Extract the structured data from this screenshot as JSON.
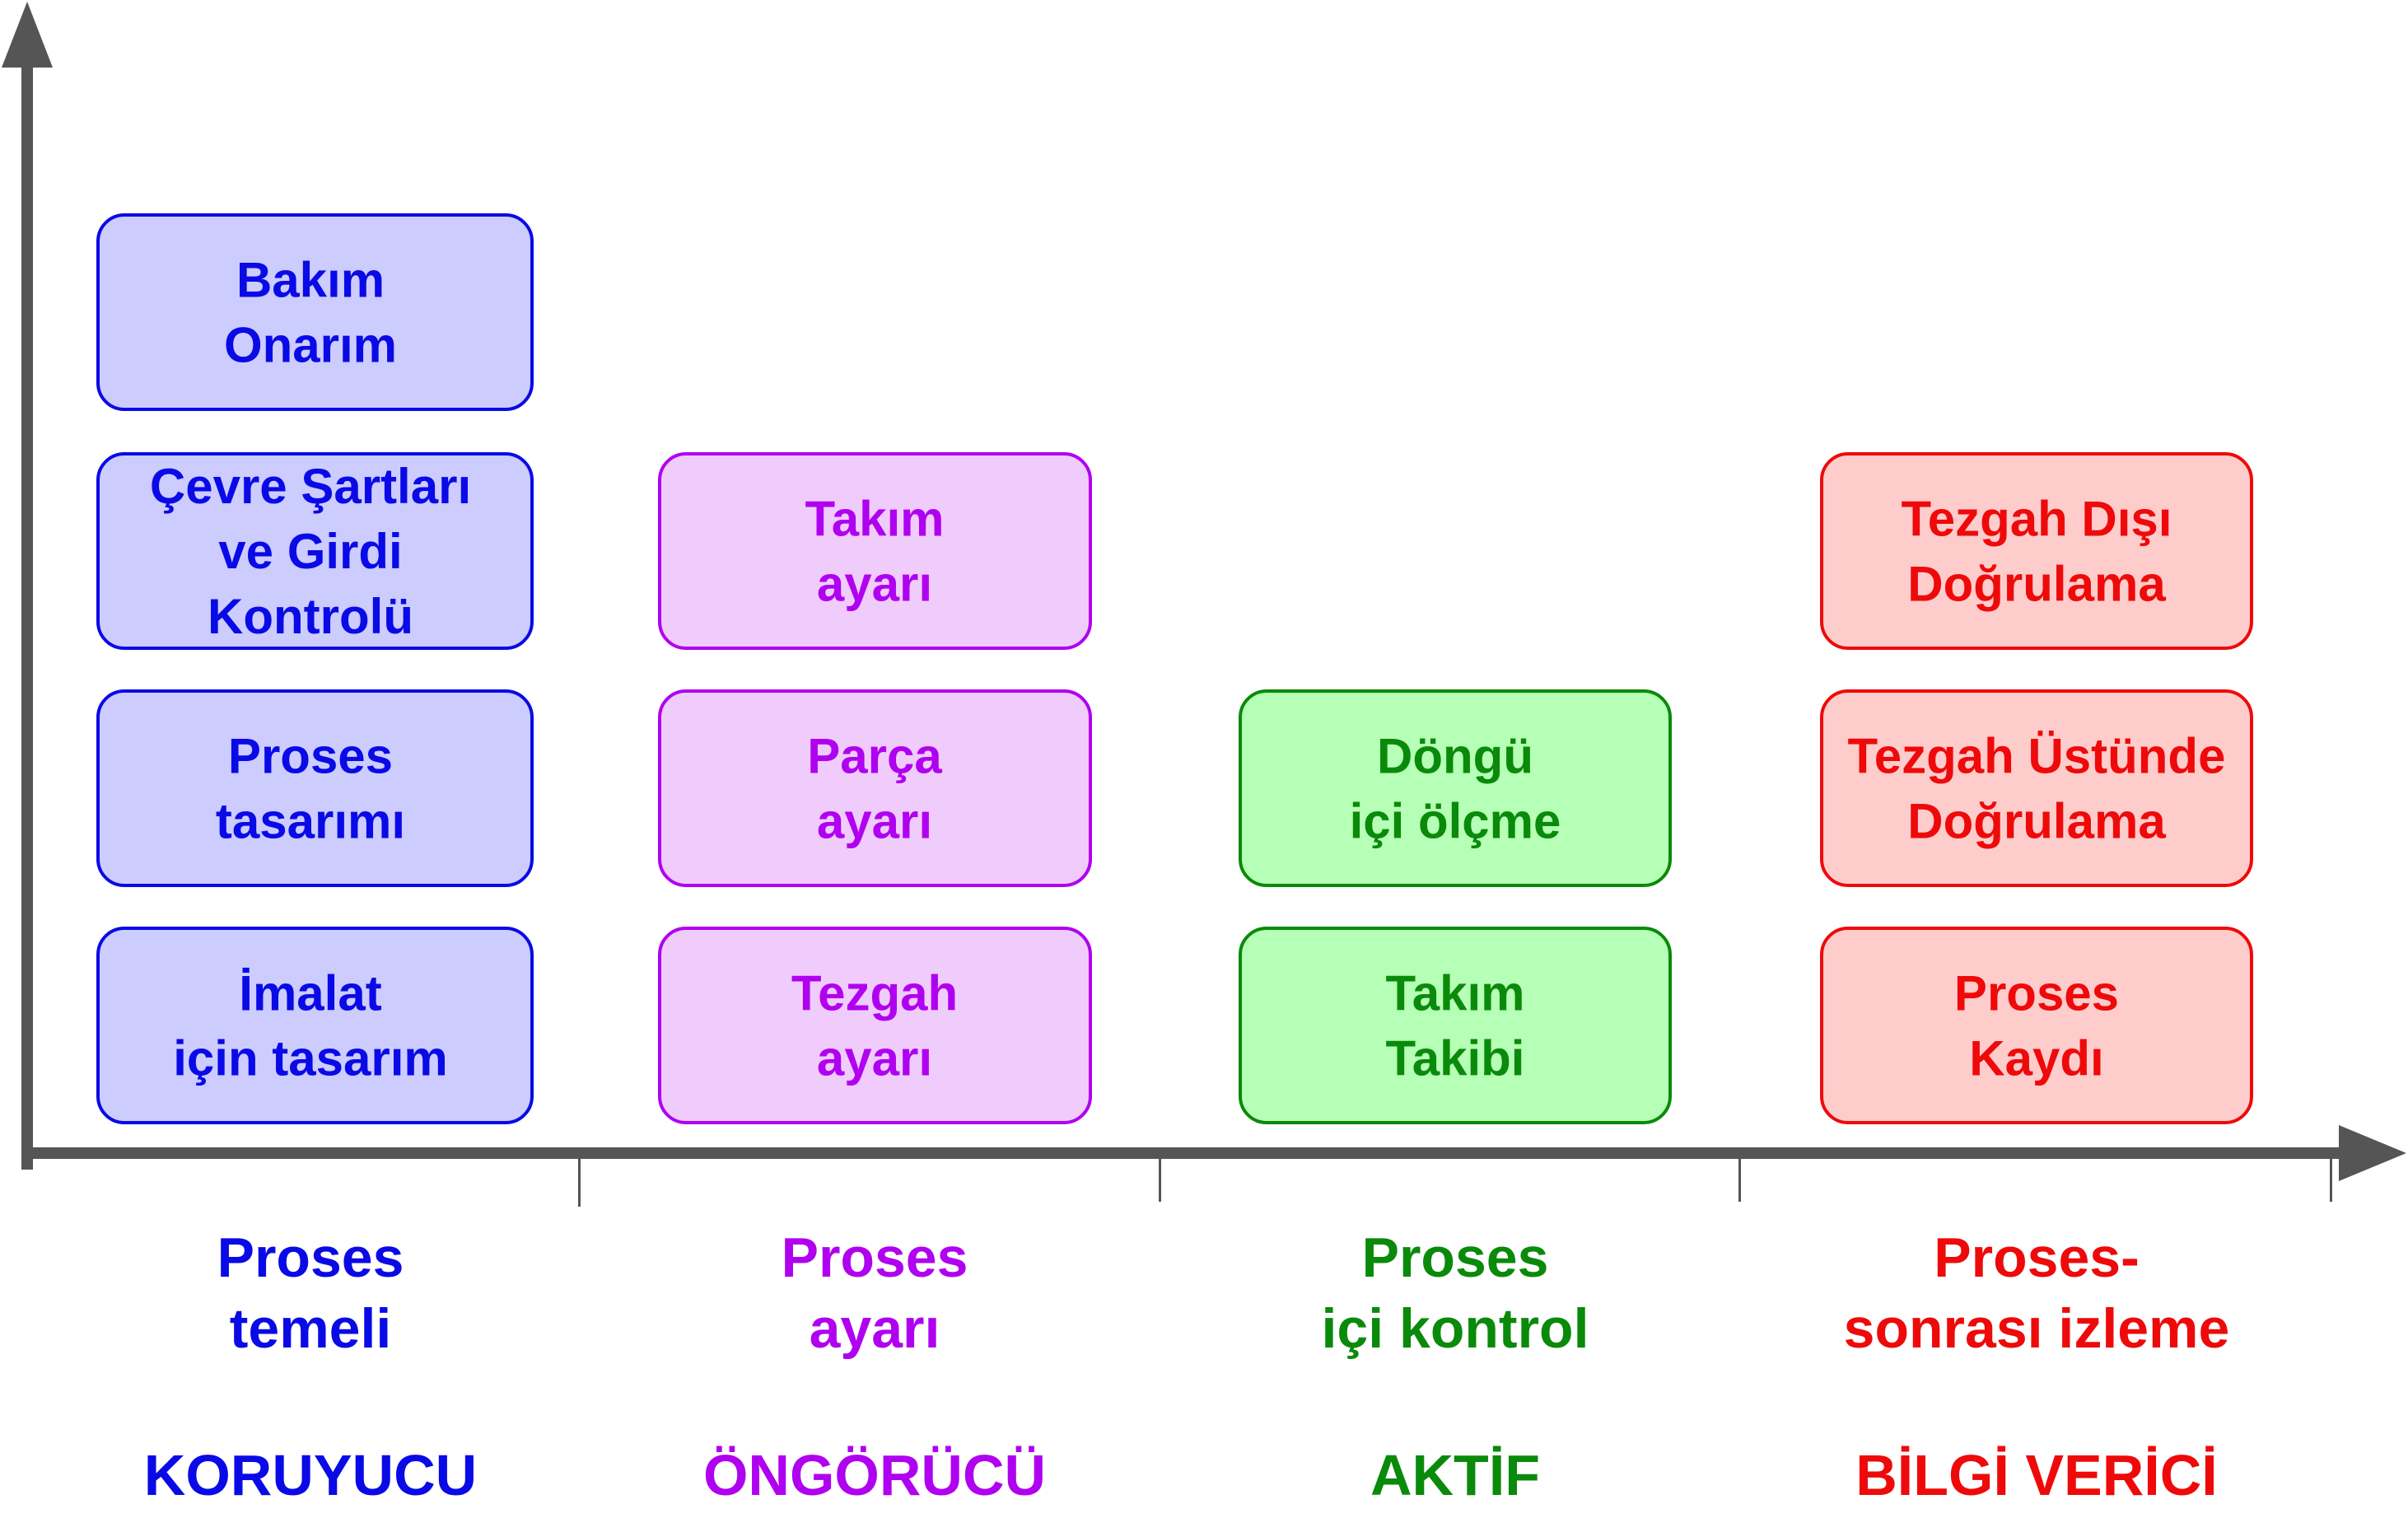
{
  "columns": [
    {
      "id": "temel",
      "color": "#0a0ae6",
      "fill": "#ccccff",
      "boxes": [
        [
          "Bakım",
          "Onarım"
        ],
        [
          "Çevre Şartları",
          "ve Girdi",
          "Kontrolü"
        ],
        [
          "Proses",
          "tasarımı"
        ],
        [
          "İmalat",
          "için tasarım"
        ]
      ],
      "label": [
        "Proses",
        "temeli"
      ],
      "category": "KORUYUCU"
    },
    {
      "id": "ayar",
      "color": "#b000f0",
      "fill": "#f0ccfc",
      "boxes": [
        [
          "Takım",
          "ayarı"
        ],
        [
          "Parça",
          "ayarı"
        ],
        [
          "Tezgah",
          "ayarı"
        ]
      ],
      "label": [
        "Proses",
        "ayarı"
      ],
      "category": "ÖNGÖRÜCÜ"
    },
    {
      "id": "kontrol",
      "color": "#0a8a0a",
      "fill": "#b6ffb6",
      "boxes": [
        [
          "Döngü",
          "içi ölçme"
        ],
        [
          "Takım",
          "Takibi"
        ]
      ],
      "label": [
        "Proses",
        "içi kontrol"
      ],
      "category": "AKTİF"
    },
    {
      "id": "izleme",
      "color": "#ee0a0a",
      "fill": "#ffcccc",
      "boxes": [
        [
          "Tezgah Dışı",
          "Doğrulama"
        ],
        [
          "Tezgah Üstünde",
          "Doğrulama"
        ],
        [
          "Proses",
          "Kaydı"
        ]
      ],
      "label": [
        "Proses-",
        "sonrası izleme"
      ],
      "category": "BİLGİ VERİCİ"
    }
  ],
  "axis_color": "#555555"
}
